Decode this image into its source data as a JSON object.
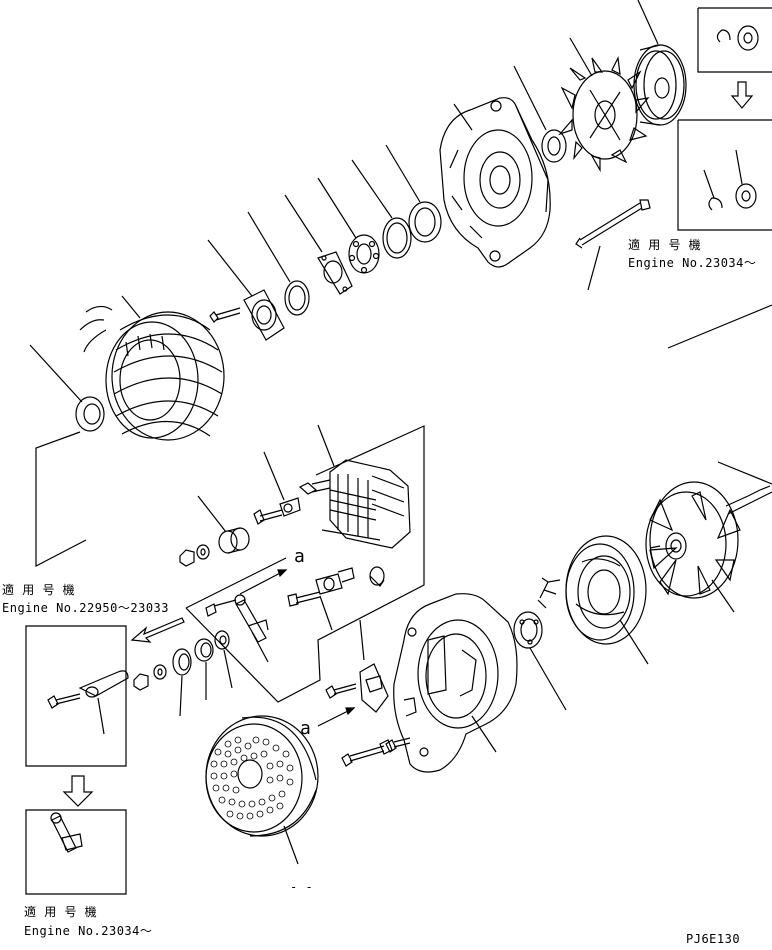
{
  "notes": {
    "upper_right_applicable_jp": "適 用 号 機",
    "upper_right_engine": "Engine No.23034～",
    "left_applicable_jp": "適 用 号 機",
    "left_engine": "Engine No.22950～23033",
    "bottom_left_applicable_jp": "適 用 号 機",
    "bottom_left_engine": "Engine No.23034～"
  },
  "ref_markers": {
    "a_top": "a",
    "a_bottom": "a"
  },
  "figure_code": "PJ6E130",
  "stray_mark": "- -"
}
